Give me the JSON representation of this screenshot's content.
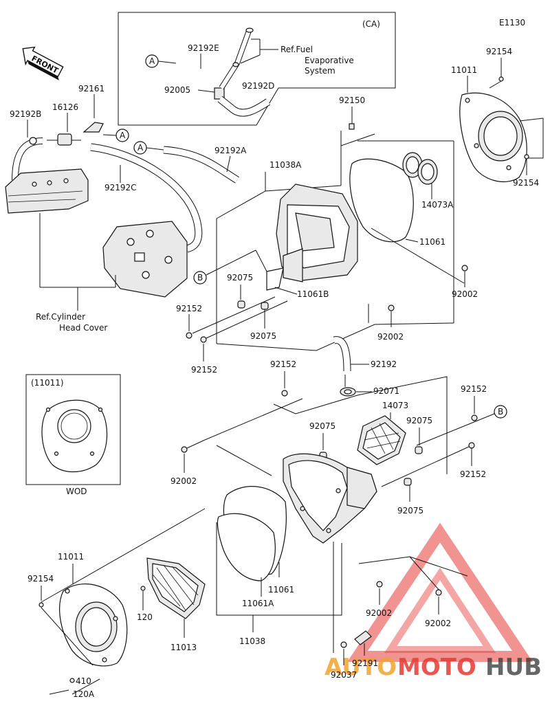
{
  "diagram_code": "E1130",
  "ca_label": "(CA)",
  "wod_inset_title": "(11011)",
  "wod_label": "WOD",
  "front_label": "FRONT",
  "watermark": {
    "part1": "AUTO",
    "part2": "MOTO",
    "part3": "HUB",
    "color_main": "#f0a32a",
    "color_accent": "#e53a35",
    "color_dark": "#333333"
  },
  "ref_labels": {
    "fuel_line1": "Ref.Fuel",
    "fuel_line2": "Evaporative",
    "fuel_line3": "System",
    "cyl_line1": "Ref.Cylinder",
    "cyl_line2": "Head Cover"
  },
  "callouts": {
    "a": "A",
    "b": "B"
  },
  "part_numbers": {
    "p92192E": "92192E",
    "p92005": "92005",
    "p92192D": "92192D",
    "p92154_top": "92154",
    "p11011_top": "11011",
    "p92161": "92161",
    "p16126": "16126",
    "p92192B": "92192B",
    "p92192C": "92192C",
    "p92150": "92150",
    "p92192A": "92192A",
    "p11038A": "11038A",
    "p92154_right": "92154",
    "p14073A": "14073A",
    "p11061": "11061",
    "p92075_a": "92075",
    "p11061B": "11061B",
    "p92002_a": "92002",
    "p92152_a": "92152",
    "p92075_b": "92075",
    "p92002_b": "92002",
    "p92152_b": "92152",
    "p92192": "92192",
    "p92152_c": "92152",
    "p92071": "92071",
    "p14073": "14073",
    "p92152_d": "92152",
    "p92075_c": "92075",
    "p92075_d": "92075",
    "p92002_c": "92002",
    "p92152_e": "92152",
    "p92075_e": "92075",
    "p11011_bottom": "11011",
    "p92154_bottom": "92154",
    "p120": "120",
    "p11061_bottom": "11061",
    "p11061A": "11061A",
    "p11013": "11013",
    "p11038": "11038",
    "p92002_d": "92002",
    "p92002_e": "92002",
    "p92191": "92191",
    "p92037": "92037",
    "p410": "410",
    "p120A": "120A"
  }
}
